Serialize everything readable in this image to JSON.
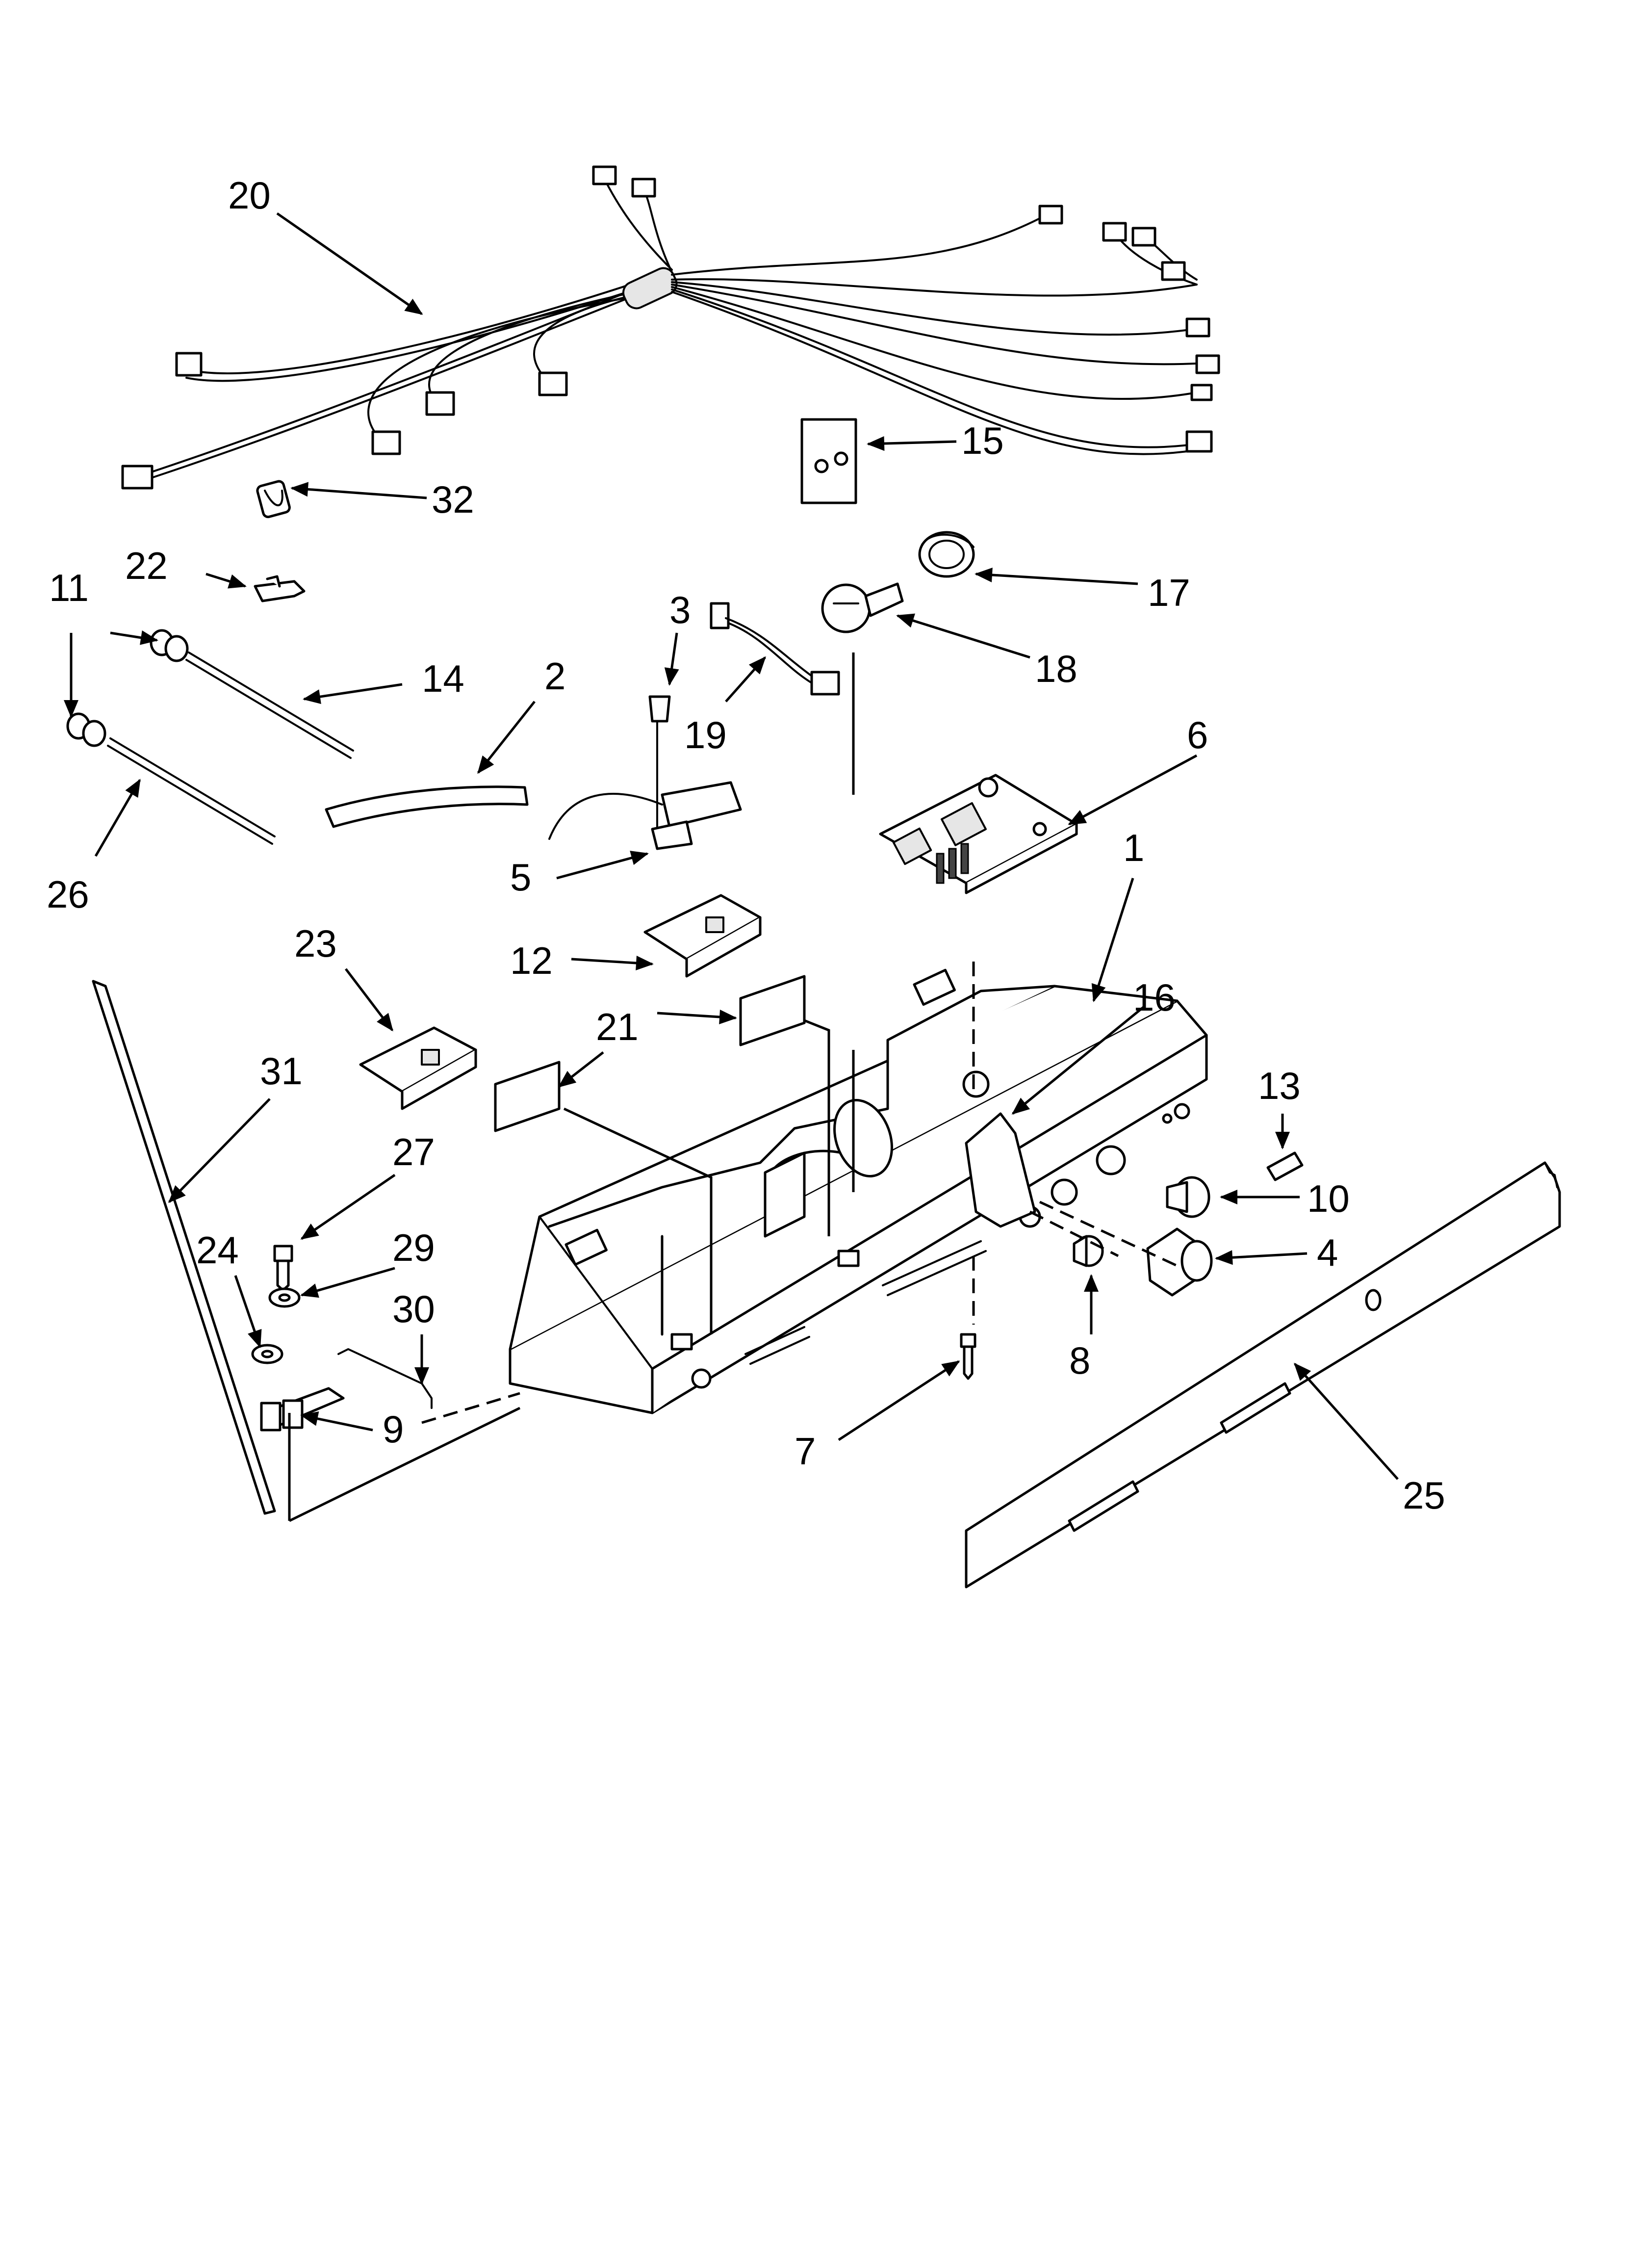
{
  "callouts": {
    "c1": "1",
    "c2": "2",
    "c3": "3",
    "c4": "4",
    "c5": "5",
    "c6": "6",
    "c7": "7",
    "c8": "8",
    "c9": "9",
    "c10": "10",
    "c11": "11",
    "c12": "12",
    "c13": "13",
    "c14": "14",
    "c15": "15",
    "c16": "16",
    "c17": "17",
    "c18": "18",
    "c19": "19",
    "c20": "20",
    "c21": "21",
    "c22": "22",
    "c23": "23",
    "c24": "24",
    "c25": "25",
    "c26": "26",
    "c27": "27",
    "c29": "29",
    "c30": "30",
    "c31": "31",
    "c32": "32"
  },
  "colors": {
    "line": "#000000",
    "background": "#ffffff",
    "shading": "#e6e6e6"
  }
}
